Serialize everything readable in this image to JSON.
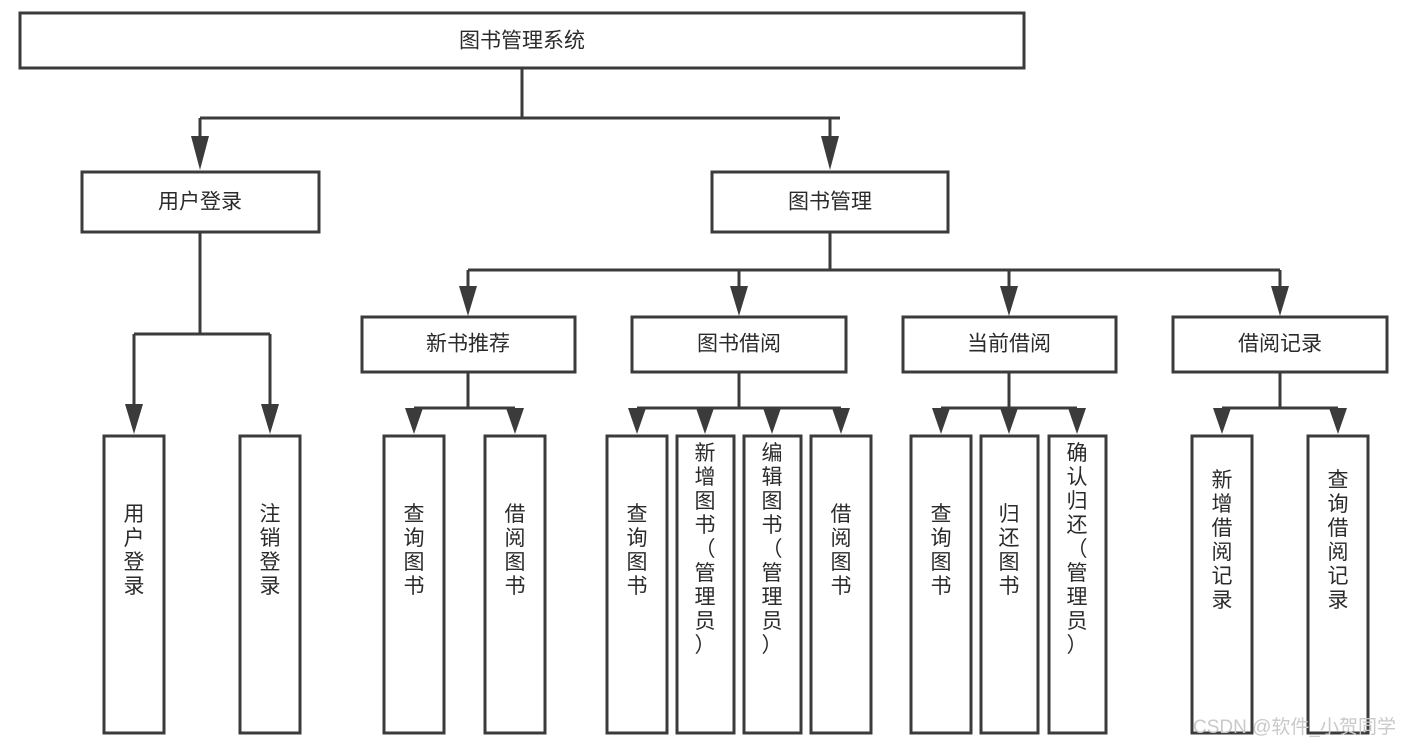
{
  "diagram": {
    "title": "图书管理系统",
    "type": "tree-hierarchy-chart",
    "colors": {
      "box_stroke": "#3b3b3b",
      "box_fill": "#ffffff",
      "text": "#2b2b2b",
      "connector": "#3b3b3b",
      "background": "#ffffff",
      "watermark": "#c9c9c9"
    },
    "root": {
      "id": "root",
      "label": "图书管理系统"
    },
    "level2": [
      {
        "id": "user-login",
        "label": "用户登录"
      },
      {
        "id": "book-management",
        "label": "图书管理"
      }
    ],
    "level3": [
      {
        "id": "new-book-recommend",
        "label": "新书推荐",
        "parent": "book-management"
      },
      {
        "id": "book-borrow",
        "label": "图书借阅",
        "parent": "book-management"
      },
      {
        "id": "current-borrow",
        "label": "当前借阅",
        "parent": "book-management"
      },
      {
        "id": "borrow-record",
        "label": "借阅记录",
        "parent": "book-management"
      }
    ],
    "leaves": [
      {
        "id": "leaf-user-login",
        "label": "用户登录",
        "parent": "user-login"
      },
      {
        "id": "leaf-logout-login",
        "label": "注销登录",
        "parent": "user-login"
      },
      {
        "id": "leaf-query-book-1",
        "label": "查询图书",
        "parent": "new-book-recommend"
      },
      {
        "id": "leaf-borrow-book-1",
        "label": "借阅图书",
        "parent": "new-book-recommend"
      },
      {
        "id": "leaf-query-book-2",
        "label": "查询图书",
        "parent": "book-borrow"
      },
      {
        "id": "leaf-add-book",
        "label": "新增图书（管理员）",
        "parent": "book-borrow"
      },
      {
        "id": "leaf-edit-book",
        "label": "编辑图书（管理员）",
        "parent": "book-borrow"
      },
      {
        "id": "leaf-borrow-book-2",
        "label": "借阅图书",
        "parent": "book-borrow"
      },
      {
        "id": "leaf-query-book-3",
        "label": "查询图书",
        "parent": "current-borrow"
      },
      {
        "id": "leaf-return-book",
        "label": "归还图书",
        "parent": "current-borrow"
      },
      {
        "id": "leaf-confirm-return",
        "label": "确认归还（管理员）",
        "parent": "current-borrow"
      },
      {
        "id": "leaf-add-record",
        "label": "新增借阅记录",
        "parent": "borrow-record"
      },
      {
        "id": "leaf-query-record",
        "label": "查询借阅记录",
        "parent": "borrow-record"
      }
    ],
    "watermark": "CSDN @软件_小贺同学"
  }
}
